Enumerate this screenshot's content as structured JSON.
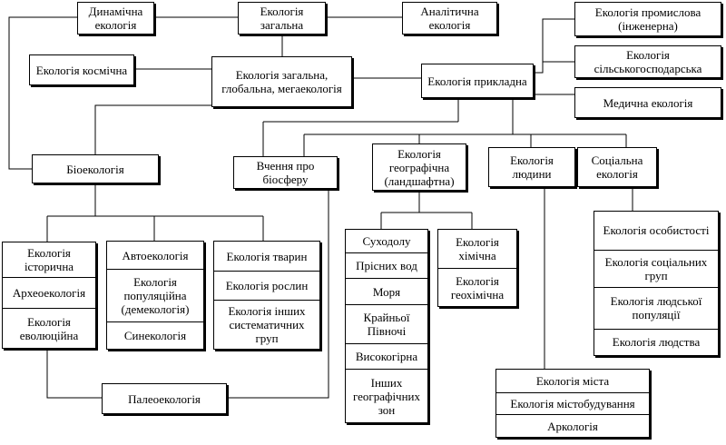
{
  "nodes": {
    "dynamic": "Динамічна екологія",
    "general": "Екологія загальна",
    "analytic": "Аналітична екологія",
    "cosmic": "Екологія космічна",
    "global": "Екологія загальна, глобальна, мегаекологія",
    "applied": "Екологія прикладна",
    "industrial": "Екологія промислова (інженерна)",
    "agricultural": "Екологія сільськогосподарська",
    "medical": "Медична екологія",
    "bioecology": "Біоекологія",
    "biosphere": "Вчення про біосферу",
    "geographic": "Екологія географічна (ландшафтна)",
    "human": "Екологія людини",
    "social": "Соціальна екологія",
    "paleo": "Палеоекологія"
  },
  "groups": {
    "historical": [
      "Екологія історична",
      "Археоекологія",
      "Екологія еволюційна"
    ],
    "population": [
      "Автоекологія",
      "Екологія популяційна (демекологія)",
      "Синекологія"
    ],
    "organisms": [
      "Екологія тварин",
      "Екологія рослин",
      "Екологія інших систематичних груп"
    ],
    "landscapes": [
      "Суходолу",
      "Прісних вод",
      "Моря",
      "Крайньої Півночі",
      "Високогірна",
      "Інших географічних зон"
    ],
    "chemical": [
      "Екологія хімічна",
      "Екологія геохімічна"
    ],
    "social_sub": [
      "Екологія особистості",
      "Екологія соціальних груп",
      "Екологія людської популяції",
      "Екологія людства"
    ],
    "urban": [
      "Екологія міста",
      "Екологія містобудування",
      "Аркологія"
    ]
  }
}
